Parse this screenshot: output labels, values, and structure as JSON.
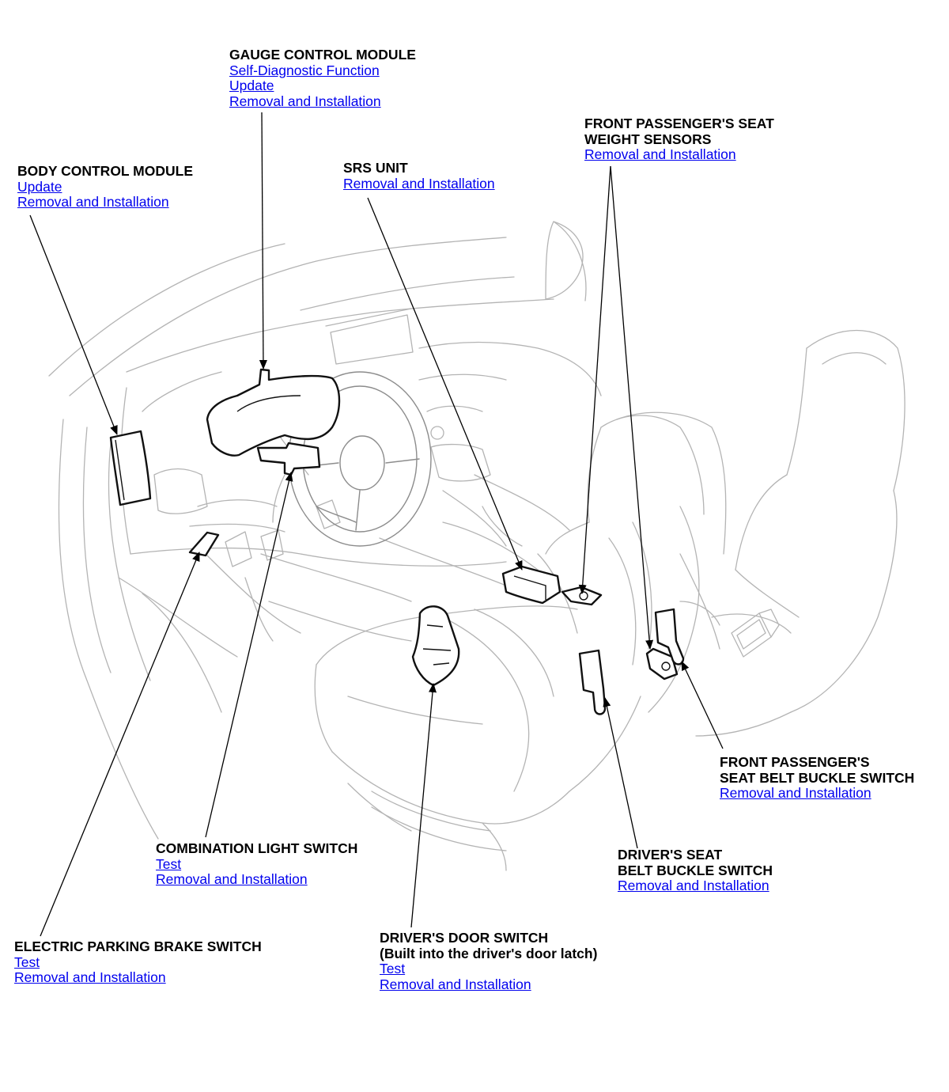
{
  "labels": {
    "gauge": {
      "title": "GAUGE CONTROL MODULE",
      "links": [
        "Self-Diagnostic Function",
        "Update",
        "Removal and Installation"
      ]
    },
    "bcm": {
      "title": "BODY CONTROL MODULE",
      "links": [
        "Update",
        "Removal and Installation"
      ]
    },
    "srs": {
      "title": "SRS UNIT",
      "links": [
        "Removal and Installation"
      ]
    },
    "weight": {
      "title": "FRONT PASSENGER'S SEAT\nWEIGHT SENSORS",
      "links": [
        "Removal and Installation"
      ]
    },
    "pass_buckle": {
      "title": "FRONT PASSENGER'S\nSEAT BELT BUCKLE SWITCH",
      "links": [
        "Removal and Installation"
      ]
    },
    "drv_buckle": {
      "title": "DRIVER'S SEAT\nBELT BUCKLE SWITCH",
      "links": [
        "Removal and Installation"
      ]
    },
    "comb": {
      "title": "COMBINATION LIGHT SWITCH",
      "links": [
        "Test",
        "Removal and Installation"
      ]
    },
    "door": {
      "title": "DRIVER'S DOOR SWITCH\n(Built into the driver's door latch)",
      "links": [
        "Test",
        "Removal and Installation"
      ]
    },
    "epb": {
      "title": "ELECTRIC PARKING BRAKE SWITCH",
      "links": [
        "Test",
        "Removal and Installation"
      ]
    }
  }
}
